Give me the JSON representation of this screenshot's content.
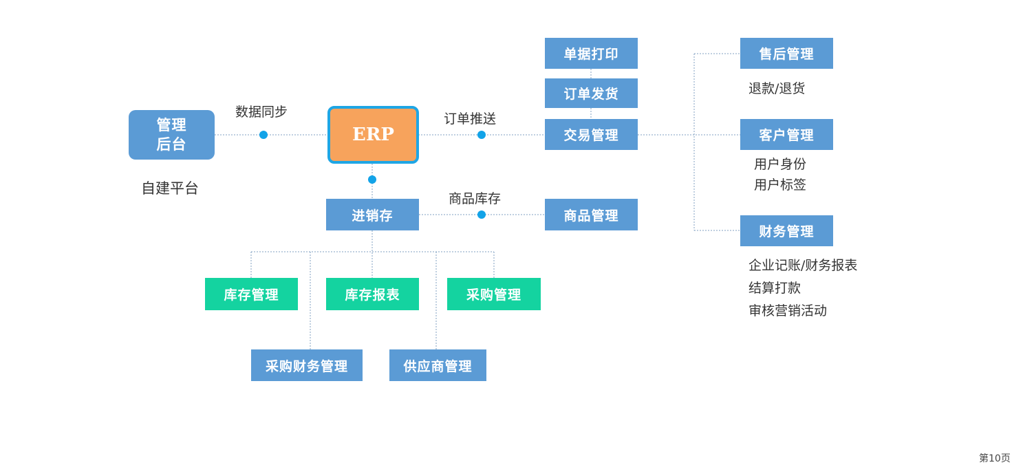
{
  "nodes": {
    "admin_line1": "管理",
    "admin_line2": "后台",
    "erp": "ERP",
    "jxc": "进销存",
    "print": "单据打印",
    "order_ship": "订单发货",
    "trade": "交易管理",
    "goods": "商品管理",
    "aftersale": "售后管理",
    "customer": "客户管理",
    "finance": "财务管理",
    "stock_mgmt": "库存管理",
    "stock_report": "库存报表",
    "purchase": "采购管理",
    "purchase_finance": "采购财务管理",
    "supplier": "供应商管理"
  },
  "edge_labels": {
    "data_sync": "数据同步",
    "order_push": "订单推送",
    "goods_stock": "商品库存"
  },
  "notes": {
    "self_built": "自建平台",
    "aftersale": [
      "退款/退货"
    ],
    "customer": [
      "用户身份",
      "用户标签"
    ],
    "finance": [
      "企业记账/财务报表",
      "结算打款",
      "审核营销活动"
    ]
  },
  "colors": {
    "blue_box": "#5b9bd5",
    "green_box": "#14d3a0",
    "erp_fill": "#f7a35c",
    "erp_border": "#1ea6e5",
    "connector_dot": "#12a3e8",
    "line": "#7f9fc0"
  },
  "page_number": "第10页"
}
